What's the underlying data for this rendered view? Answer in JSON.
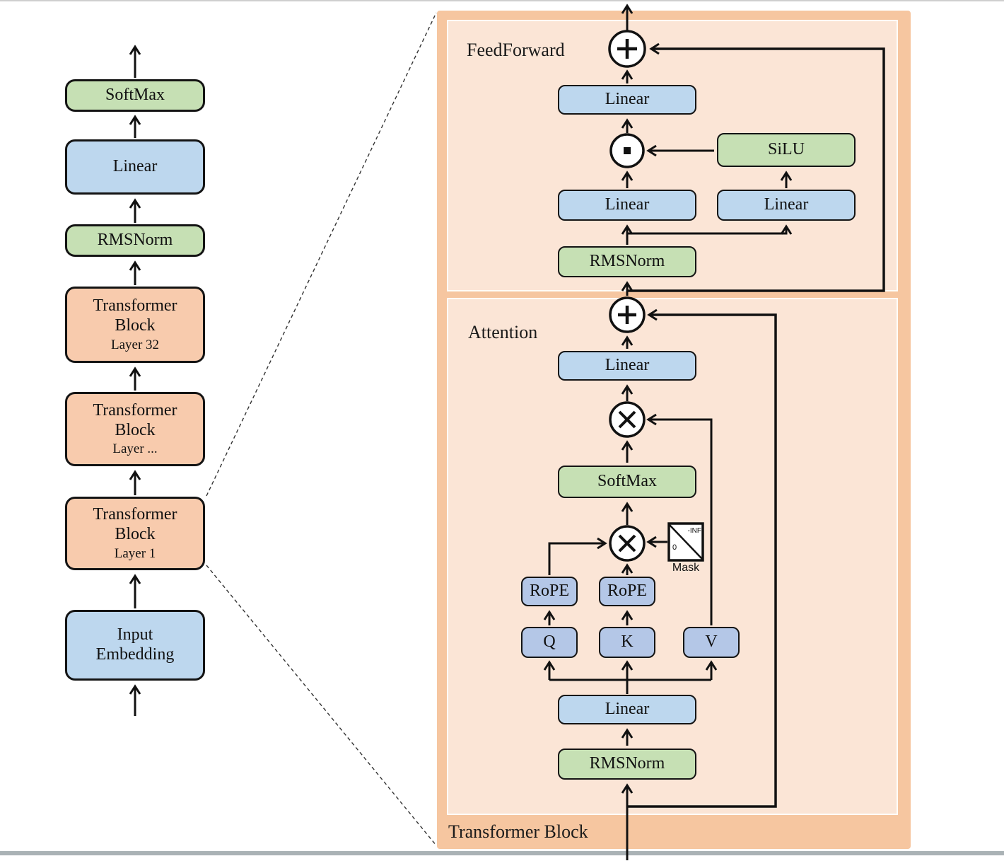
{
  "palette": {
    "blue": "#BDD7EE",
    "green": "#C6E0B4",
    "orange": "#F8CBAD",
    "qkv_blue": "#B4C7E7",
    "panel_outer": "#F6C6A0",
    "panel_inner": "#FBE5D6",
    "stroke": "#111111"
  },
  "left_column": {
    "softmax": "SoftMax",
    "linear": "Linear",
    "rmsnorm": "RMSNorm",
    "blocks": [
      {
        "line1": "Transformer",
        "line2": "Block",
        "sub": "Layer 32"
      },
      {
        "line1": "Transformer",
        "line2": "Block",
        "sub": "Layer ..."
      },
      {
        "line1": "Transformer",
        "line2": "Block",
        "sub": "Layer 1"
      }
    ],
    "input_embedding": {
      "line1": "Input",
      "line2": "Embedding"
    }
  },
  "block_detail": {
    "panel_title": "Transformer Block",
    "feedforward": {
      "title": "FeedForward",
      "linear_out": "Linear",
      "silu": "SiLU",
      "linear_gate": "Linear",
      "linear_up": "Linear",
      "rmsnorm": "RMSNorm"
    },
    "attention": {
      "title": "Attention",
      "linear_out": "Linear",
      "softmax": "SoftMax",
      "rope_q": "RoPE",
      "rope_k": "RoPE",
      "q": "Q",
      "k": "K",
      "v": "V",
      "mask": {
        "neg_inf": "-INF",
        "zero": "0",
        "label": "Mask"
      },
      "linear_in": "Linear",
      "rmsnorm": "RMSNorm"
    }
  }
}
